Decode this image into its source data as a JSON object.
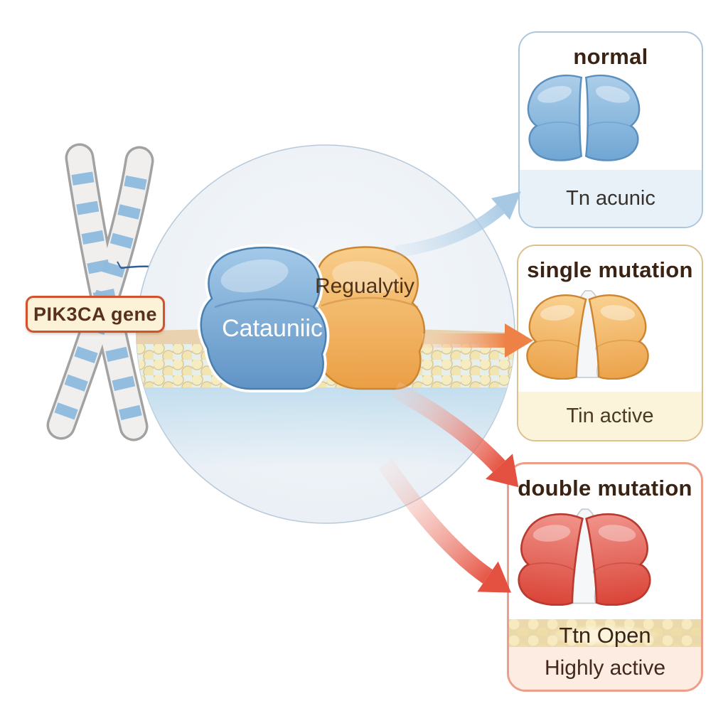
{
  "figure": {
    "gene_label": "PIK3CA gene",
    "protein_complex": {
      "catalytic_subunit_label": "Catauniic",
      "regulatory_subunit_label": "Regualytiy"
    },
    "panels": [
      {
        "title": "normal",
        "status": "Tn acunic"
      },
      {
        "title": "single mutation",
        "status": "Tin active"
      },
      {
        "title": "double mutation",
        "membrane_label": "Ttn Open",
        "status": "Highly active"
      }
    ],
    "colors": {
      "normal_protein": "#74a9d6",
      "single_mutation_protein": "#eca24a",
      "double_mutation_protein": "#da4437",
      "catalytic_subunit": "#6094c6",
      "regulatory_subunit": "#eb9f45",
      "gene_label_border": "#d2512f",
      "title_text": "#3b2313"
    }
  }
}
